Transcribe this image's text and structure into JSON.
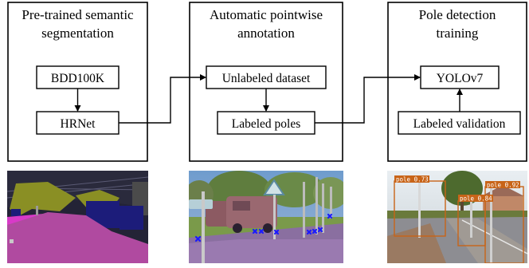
{
  "stages": [
    {
      "title_lines": [
        "Pre-trained semantic",
        "segmentation"
      ],
      "nodes": [
        "BDD100K",
        "HRNet"
      ]
    },
    {
      "title_lines": [
        "Automatic pointwise",
        "annotation"
      ],
      "nodes": [
        "Unlabeled dataset",
        "Labeled poles"
      ]
    },
    {
      "title_lines": [
        "Pole detection",
        "training"
      ],
      "nodes": [
        "YOLOv7",
        "Labeled validation"
      ]
    }
  ],
  "detections": [
    "pole 0.73",
    "pole 0.92",
    "pole 0.84"
  ],
  "colors": {
    "seg_sky": "#1f1f2e",
    "seg_road": "#b04aa0",
    "seg_vegetation": "#8a8f24",
    "seg_car": "#1c1c7a",
    "seg_sidewalk": "#d83ac8",
    "seg_building": "#4b4b4b",
    "point_marker": "#1a1aff",
    "detection_box": "#c86418"
  }
}
